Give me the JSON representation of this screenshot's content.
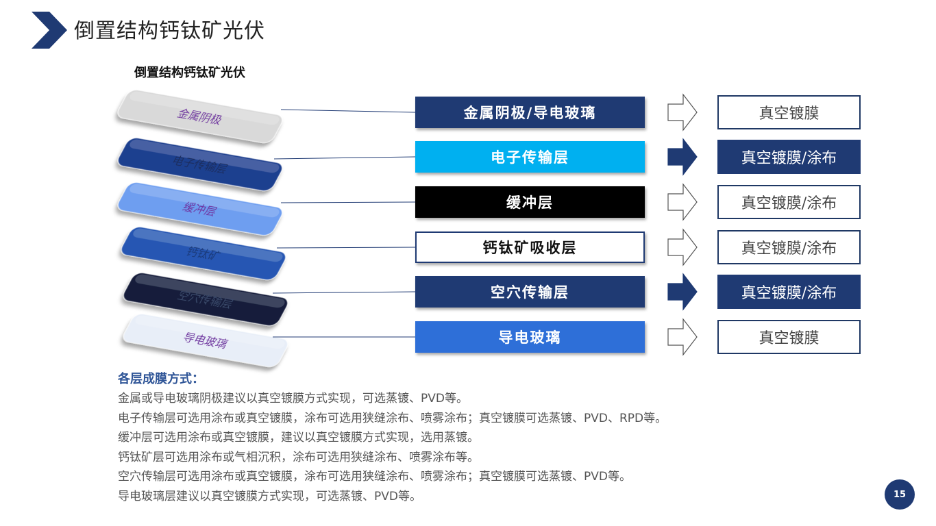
{
  "header": {
    "title": "倒置结构钙钛矿光伏",
    "accent_color": "#1f3a73"
  },
  "diagram": {
    "caption": "倒置结构钙钛矿光伏",
    "tiles": [
      {
        "label": "金属阴极",
        "color": "#d9d9d9",
        "text_color": "#7030a0"
      },
      {
        "label": "电子传输层",
        "color": "#1f3f8f",
        "text_color": "#1a2d5e"
      },
      {
        "label": "缓冲层",
        "color": "#6e9ef0",
        "text_color": "#7030a0"
      },
      {
        "label": "钙钛矿",
        "color": "#2557b3",
        "text_color": "#1a3a7a"
      },
      {
        "label": "空穴传输层",
        "color": "#131d3b",
        "text_color": "#3a4a6a"
      },
      {
        "label": "导电玻璃",
        "color": "#e8eef8",
        "text_color": "#7030a0"
      }
    ],
    "layers": [
      {
        "name": "金属阴极/导电玻璃",
        "bg": "#1f3a73",
        "fg": "#ffffff",
        "border": "#1f3a73",
        "arrow": "outline",
        "method": "真空镀膜",
        "method_style": "outline"
      },
      {
        "name": "电子传输层",
        "bg": "#00b0f0",
        "fg": "#ffffff",
        "border": "#00b0f0",
        "arrow": "filled",
        "method": "真空镀膜/涂布",
        "method_style": "filled"
      },
      {
        "name": "缓冲层",
        "bg": "#000000",
        "fg": "#ffffff",
        "border": "#000000",
        "arrow": "outline",
        "method": "真空镀膜/涂布",
        "method_style": "outline"
      },
      {
        "name": "钙钛矿吸收层",
        "bg": "#ffffff",
        "fg": "#111111",
        "border": "#1f3a73",
        "arrow": "outline",
        "method": "真空镀膜/涂布",
        "method_style": "outline"
      },
      {
        "name": "空穴传输层",
        "bg": "#1f3a73",
        "fg": "#ffffff",
        "border": "#1f3a73",
        "arrow": "filled",
        "method": "真空镀膜/涂布",
        "method_style": "filled"
      },
      {
        "name": "导电玻璃",
        "bg": "#2e6fd8",
        "fg": "#ffffff",
        "border": "#2e6fd8",
        "arrow": "outline",
        "method": "真空镀膜",
        "method_style": "outline"
      }
    ]
  },
  "notes": {
    "title": "各层成膜方式：",
    "lines": [
      "金属或导电玻璃阴极建议以真空镀膜方式实现，可选蒸镀、PVD等。",
      "电子传输层可选用涂布或真空镀膜，涂布可选用狭缝涂布、喷雾涂布；真空镀膜可选蒸镀、PVD、RPD等。",
      "缓冲层可选用涂布或真空镀膜，建议以真空镀膜方式实现，选用蒸镀。",
      "钙钛矿层可选用涂布或气相沉积，涂布可选用狭缝涂布、喷雾涂布等。",
      "空穴传输层可选用涂布或真空镀膜，涂布可选用狭缝涂布、喷雾涂布；真空镀膜可选蒸镀、PVD等。",
      "导电玻璃层建议以真空镀膜方式实现，可选蒸镀、PVD等。"
    ]
  },
  "footer": {
    "page_number": "15"
  }
}
